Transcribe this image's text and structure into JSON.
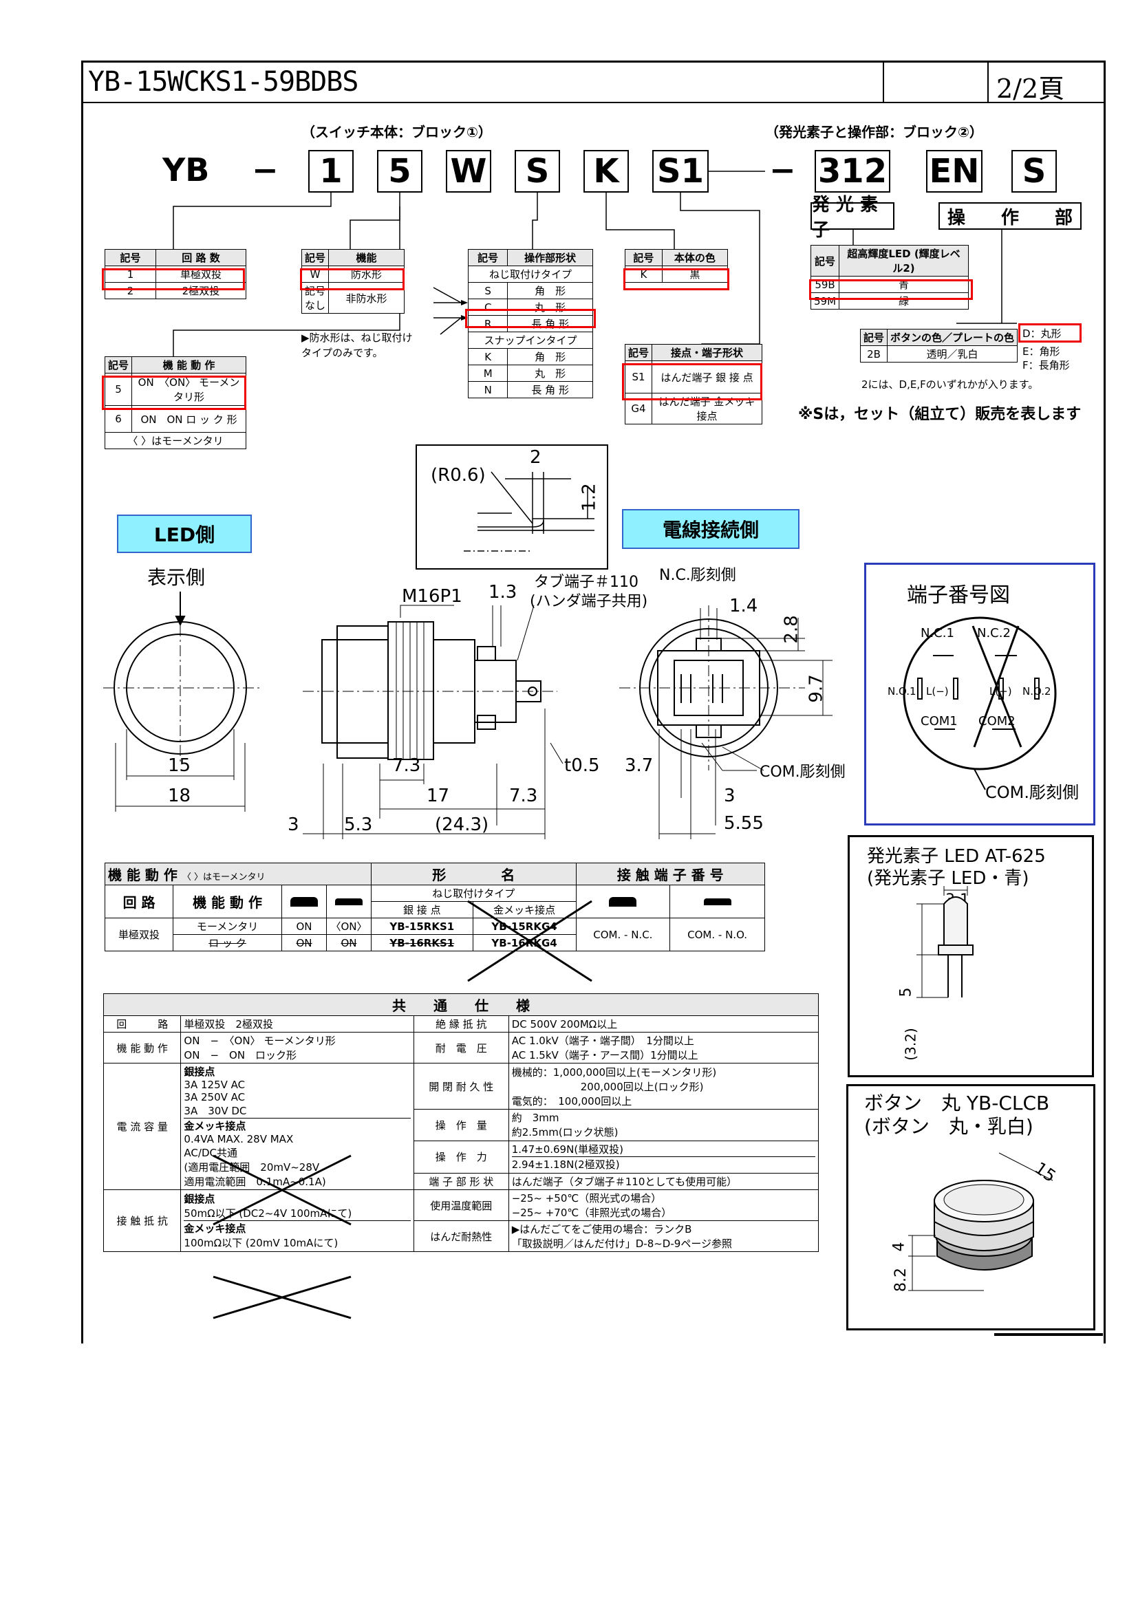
{
  "header": {
    "title": "YB-15WCKS1-59BDBS",
    "page": "2/2頁"
  },
  "model_code": {
    "block1_label": "（スイッチ本体：ブロック①）",
    "block2_label": "（発光素子と操作部：ブロック②）",
    "prefix": "YB",
    "dash": "−",
    "parts": [
      "1",
      "5",
      "W",
      "S",
      "K",
      "S1"
    ],
    "dash2": "−",
    "led": "312",
    "en": "EN",
    "s": "S",
    "led_label": "発 光 素 子",
    "op_label": "操　　作　　部"
  },
  "table_circuit": {
    "headers": [
      "記号",
      "回 路 数"
    ],
    "rows": [
      [
        "1",
        "単極双投"
      ],
      [
        "2",
        "2極双投"
      ]
    ]
  },
  "table_function": {
    "headers": [
      "記号",
      "機能"
    ],
    "rows": [
      [
        "W",
        "防水形"
      ],
      [
        "記号なし",
        "非防水形"
      ]
    ],
    "note": "▶防水形は、ねじ取付けタイプのみです。"
  },
  "table_shape": {
    "headers": [
      "記号",
      "操作部形状"
    ],
    "group1": "ねじ取付けタイプ",
    "rows1": [
      [
        "S",
        "角　形"
      ],
      [
        "C",
        "丸　形"
      ],
      [
        "R",
        "長 角 形"
      ]
    ],
    "group2": "スナップインタイプ",
    "rows2": [
      [
        "K",
        "角　形"
      ],
      [
        "M",
        "丸　形"
      ],
      [
        "N",
        "長 角 形"
      ]
    ]
  },
  "table_body_color": {
    "headers": [
      "記号",
      "本体の色"
    ],
    "rows": [
      [
        "K",
        "黒"
      ]
    ]
  },
  "table_contact": {
    "headers": [
      "記号",
      "接点・端子形状"
    ],
    "rows": [
      [
        "S1",
        "はんだ端子 銀 接 点"
      ],
      [
        "G4",
        "はんだ端子 金メッキ接点"
      ]
    ]
  },
  "table_action": {
    "headers": [
      "記号",
      "機 能 動 作"
    ],
    "rows": [
      [
        "5",
        "ON　〈ON〉 モーメンタリ形"
      ],
      [
        "6",
        "ON　ON ロ ッ ク 形"
      ]
    ],
    "note": "〈 〉はモーメンタリ"
  },
  "table_led": {
    "headers": [
      "記号",
      "超高輝度LED (輝度レベル2)"
    ],
    "rows": [
      [
        "59B",
        "青"
      ],
      [
        "59M",
        "緑"
      ]
    ]
  },
  "table_button": {
    "headers": [
      "記号",
      "ボタンの色／プレートの色"
    ],
    "rows": [
      [
        "2B",
        "透明／乳白"
      ]
    ],
    "note": "2には、D,E,Fのいずれかが入ります。",
    "shapes": [
      "D：丸形",
      "E：角形",
      "F：長角形"
    ]
  },
  "set_note": "※Sは，セット（組立て）販売を表します",
  "drawing": {
    "led_side": "LED側",
    "wire_side": "電線接続側",
    "display_side": "表示側",
    "r06": "(R0.6)",
    "dim_2": "2",
    "dim_12": "1.2",
    "m16": "M16P1",
    "d13": "1.3",
    "tab": "タブ端子＃110",
    "tab2": "(ハンダ端子共用)",
    "nc_mark": "N.C.彫刻側",
    "d14": "1.4",
    "d28": "2.8",
    "d97": "9.7",
    "d15": "15",
    "d18": "18",
    "d73a": "7.3",
    "d17": "17",
    "d73b": "7.3",
    "t05": "t0.5",
    "d37": "3.7",
    "com_mark": "COM.彫刻側",
    "d3b": "3",
    "d555": "5.55",
    "d3": "3",
    "d53": "5.3",
    "d243": "(24.3)"
  },
  "terminal": {
    "title": "端子番号図",
    "labels": [
      "N.C.1",
      "N.C.2",
      "N.O.1",
      "L(−)",
      "L(+)",
      "N.O.2",
      "COM1",
      "COM2"
    ],
    "com": "COM.彫刻側"
  },
  "led_info": {
    "title1": "発光素子 LED AT-625",
    "title2": "(発光素子 LED・青)",
    "d31": "3.1",
    "d5": "5",
    "d32": "(3.2)"
  },
  "button_info": {
    "title1": "ボタン　丸 YB-CLCB",
    "title2": "(ボタン　丸・乳白)",
    "d15": "15",
    "d4": "4",
    "d82": "8.2"
  },
  "func_table": {
    "h1": "機 能 動 作",
    "h1note": "〈 〉はモーメンタリ",
    "h2": "形　　　　名",
    "h3": "接 触 端 子 番 号",
    "sub_circuit": "回 路",
    "sub_action": "機 能 動 作",
    "sub_screw": "ねじ取付けタイプ",
    "sub_silver": "銀 接 点",
    "sub_gold": "金メッキ接点",
    "circuit": "単極双投",
    "r1": [
      "モーメンタリ",
      "ON",
      "〈ON〉",
      "YB-15RKS1",
      "YB-15RKG4",
      "COM. - N.C.",
      "COM. - N.O."
    ],
    "r2": [
      "ロ ッ ク",
      "ON",
      "ON",
      "YB-16RKS1",
      "YB-16RKG4"
    ]
  },
  "spec": {
    "title": "共　　通　　仕　　様",
    "circuit_k": "回　　　路",
    "circuit_v": "単極双投　2極双投",
    "ins_k": "絶 縁 抵 抗",
    "ins_v": "DC 500V 200MΩ以上",
    "act_k": "機 能 動 作",
    "act_v1": "ON　−　〈ON〉 モーメンタリ形",
    "act_v2": "ON　−　ON　ロック形",
    "vol_k": "耐　電　圧",
    "vol_v1": "AC 1.0kV（端子・端子間）　1分間以上",
    "vol_v2": "AC 1.5kV（端子・アース間）1分間以上",
    "cur_k": "電 流 容 量",
    "cur_v": [
      "銀接点",
      "3A 125V AC",
      "3A 250V AC",
      "3A　30V DC",
      "金メッキ接点",
      "0.4VA MAX. 28V MAX",
      "AC/DC共通",
      "(適用電圧範囲　20mV~28V",
      "適用電流範囲　0.1mA~0.1A)"
    ],
    "dur_k": "開 閉 耐 久 性",
    "dur_v": [
      "機械的：1,000,000回以上(モーメンタリ形)",
      "200,000回以上(ロック形)",
      "電気的：　100,000回以上"
    ],
    "stroke_k": "操　作　量",
    "stroke_v": [
      "約　3mm",
      "約2.5mm(ロック状態)"
    ],
    "force_k": "操　作　力",
    "force_v": [
      "1.47±0.69N(単極双投)",
      "2.94±1.18N(2極双投)"
    ],
    "term_k": "端 子 部 形 状",
    "term_v": "はんだ端子（タブ端子＃110としても使用可能）",
    "res_k": "接 触 抵 抗",
    "res_v": [
      "銀接点",
      "50mΩ以下 (DC2~4V 100mAにて)",
      "金メッキ接点",
      "100mΩ以下 (20mV 10mAにて)"
    ],
    "temp_k": "使用温度範囲",
    "temp_v": [
      "−25~ +50℃（照光式の場合）",
      "−25~ +70℃（非照光式の場合）"
    ],
    "solder_k": "はんだ耐熱性",
    "solder_v": [
      "▶はんだごてをご使用の場合：ランクB",
      "「取扱説明／はんだ付け」D-8~D-9ページ参照"
    ]
  }
}
